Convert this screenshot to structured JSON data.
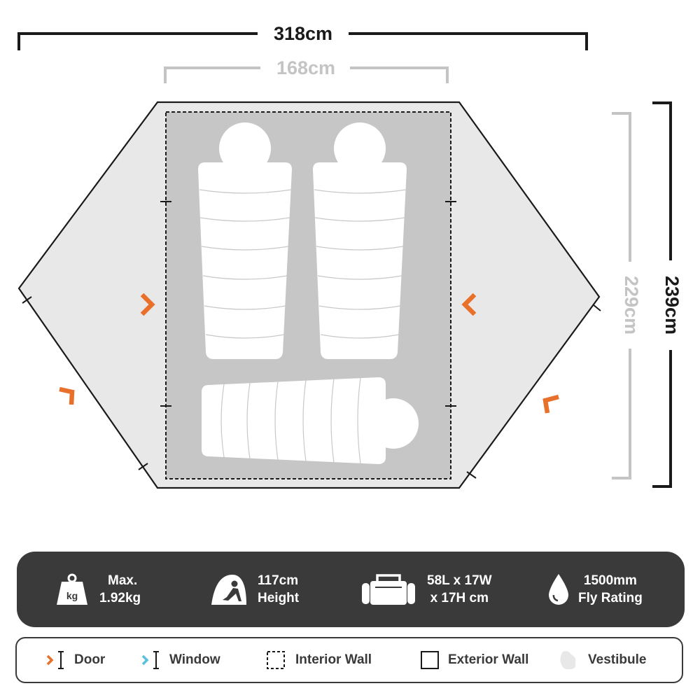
{
  "dimensions": {
    "outer_width": "318cm",
    "inner_width": "168cm",
    "inner_length": "229cm",
    "outer_length": "239cm"
  },
  "specs": [
    {
      "icon": "weight-kg-icon",
      "icon_text": "kg",
      "line1": "Max.",
      "line2": "1.92kg"
    },
    {
      "icon": "tent-height-person-icon",
      "line1": "117cm",
      "line2": "Height"
    },
    {
      "icon": "duffel-bag-icon",
      "line1": "58L x 17W",
      "line2": "x 17H cm"
    },
    {
      "icon": "water-drop-icon",
      "line1": "1500mm",
      "line2": "Fly Rating"
    }
  ],
  "legend": [
    {
      "icon": "door-icon",
      "label": "Door"
    },
    {
      "icon": "window-icon",
      "label": "Window"
    },
    {
      "icon": "interior-wall-icon",
      "label": "Interior Wall"
    },
    {
      "icon": "exterior-wall-icon",
      "label": "Exterior Wall"
    },
    {
      "icon": "vestibule-icon",
      "label": "Vestibule"
    }
  ],
  "colors": {
    "door": "#e8702a",
    "window": "#5bc0de",
    "dark": "#1a1a1a",
    "dim_light": "#c4c4c4",
    "vestibule_fill": "#e8e8e8",
    "interior_fill": "#c6c6c6",
    "spec_bar": "#3a3a3a"
  }
}
